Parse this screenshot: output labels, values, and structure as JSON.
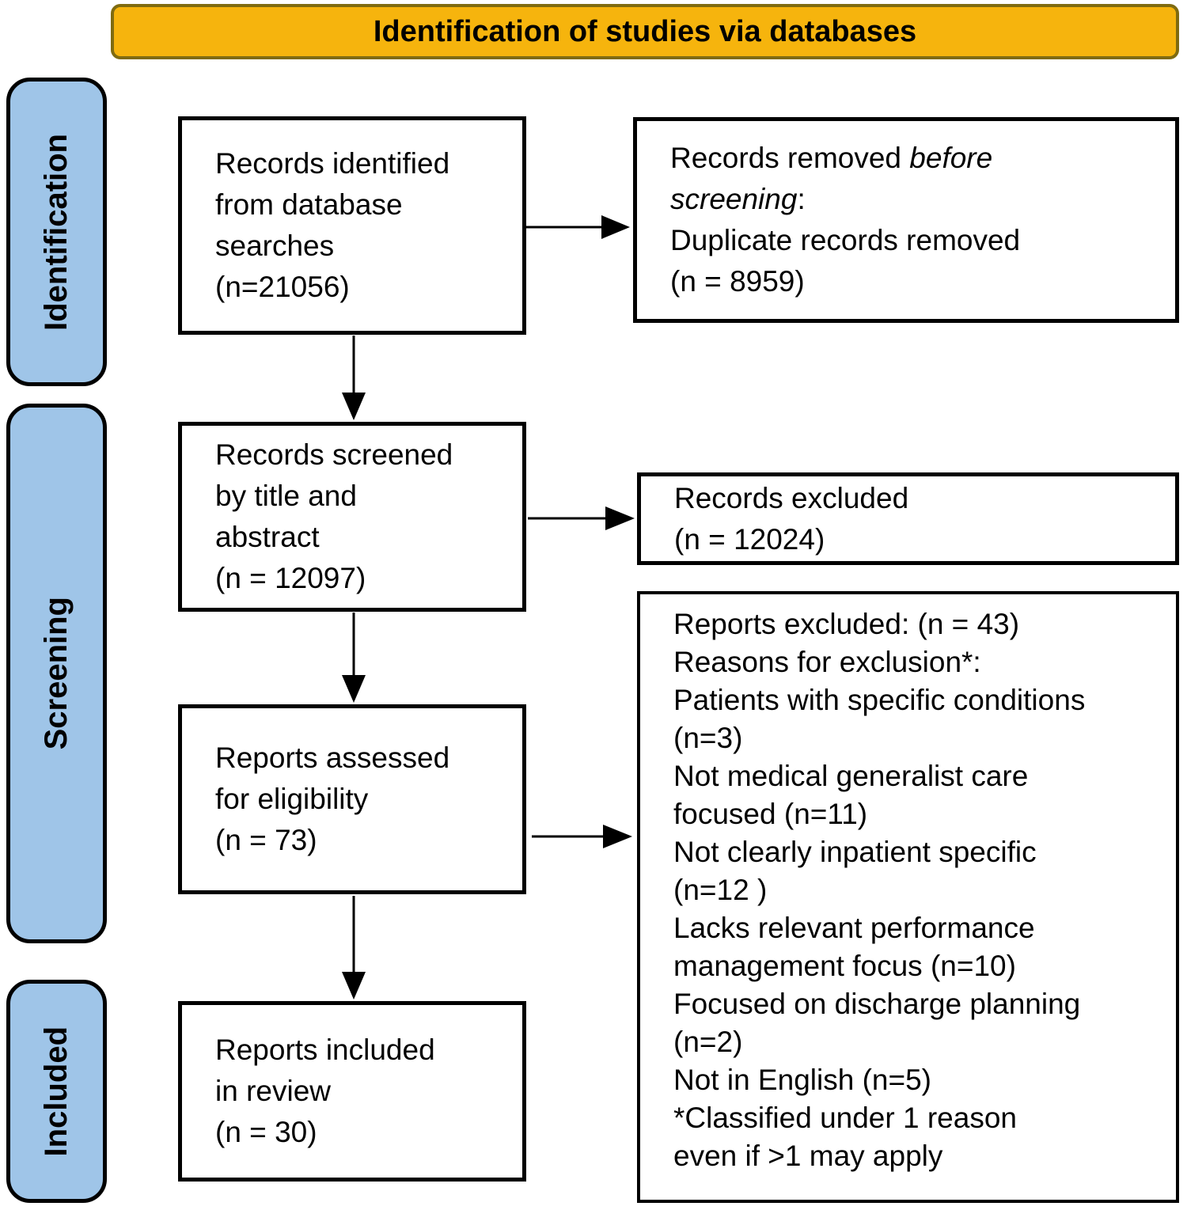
{
  "banner": {
    "title": "Identification of studies via databases"
  },
  "stages": {
    "identification": "Identification",
    "screening": "Screening",
    "included": "Included"
  },
  "boxes": {
    "records_identified": {
      "lines": [
        "Records identified",
        "from database",
        "searches",
        "(n=21056)"
      ]
    },
    "records_removed": {
      "l1_normal": "Records removed ",
      "l1_italic": "before",
      "l2_italic": "screening",
      "l2_normal": ":",
      "lines": [
        "Duplicate records removed",
        "(n = 8959)"
      ]
    },
    "records_screened": {
      "lines": [
        "Records screened",
        "by title and",
        "abstract",
        "(n = 12097)"
      ]
    },
    "records_excluded": {
      "lines": [
        "Records excluded",
        "(n = 12024)"
      ]
    },
    "reports_assessed": {
      "lines": [
        "Reports assessed",
        "for eligibility",
        "(n = 73)"
      ]
    },
    "reports_excluded": {
      "lines": [
        "Reports excluded: (n = 43)",
        "Reasons for exclusion*:",
        "Patients with specific conditions",
        "(n=3)",
        "Not medical generalist care",
        "focused (n=11)",
        "Not clearly inpatient specific",
        "(n=12 )",
        "Lacks relevant performance",
        "management focus (n=10)",
        "Focused on discharge planning",
        "(n=2)",
        "Not in English (n=5)",
        "*Classified under 1 reason",
        "even if >1 may apply"
      ]
    },
    "reports_included": {
      "lines": [
        "Reports included",
        "in review",
        "(n = 30)"
      ]
    }
  },
  "colors": {
    "banner_fill": "#F6B40D",
    "banner_border": "#7F6B10",
    "stage_fill": "#9FC5E8",
    "stage_border": "#000000",
    "box_border": "#000000",
    "text_color": "#000000"
  }
}
